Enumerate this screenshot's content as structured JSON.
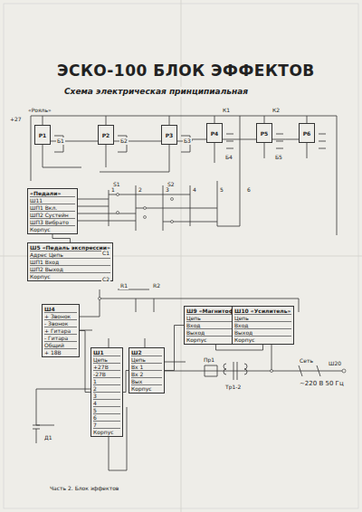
{
  "diagram": {
    "title": "ЭСКО-100 БЛОК ЭФФЕКТОВ",
    "nodes": [
      {
        "text": [
          "«Педали»",
          "Ш11",
          "ШП1 Вкл.",
          "ШП2 Сустейн",
          "ШП3 Вибрато",
          "Корпус"
        ]
      },
      {
        "text": [
          "Ш5 «Педаль экспрессии»",
          "Адрес Цепь",
          "ШП1 Вход",
          "ШП2 Выход",
          "Корпус"
        ]
      },
      {
        "text": [
          "Ш4",
          "+ Звонок",
          "- Звонок",
          "+ Гитара",
          "- Гитара",
          "Общий",
          "+ 18В"
        ]
      },
      {
        "text": [
          "Ш1",
          "Цепь",
          "+27В",
          "-27В",
          "1",
          "2",
          "3",
          "4",
          "5",
          "6",
          "7",
          "Корпус"
        ]
      },
      {
        "text": [
          "Ш2",
          "Цепь",
          "Вх 1",
          "Вх 2",
          "Вых",
          "Корпус"
        ]
      },
      {
        "text": [
          "Ш9 «Магнитофон»",
          "Цепь",
          "Вход",
          "Выход",
          "Корпус"
        ]
      },
      {
        "text": [
          "Ш10 «Усилитель»",
          "Цепь",
          "Вход",
          "Выход",
          "Корпус"
        ]
      },
      {
        "text": [
          "Р1"
        ]
      },
      {
        "text": [
          "Р2"
        ]
      },
      {
        "text": [
          "Р3"
        ]
      },
      {
        "text": [
          "Р4"
        ]
      },
      {
        "text": [
          "Р5"
        ]
      },
      {
        "text": [
          "Р6"
        ]
      }
    ],
    "edges": [
      {
        "from": 7,
        "to": 8,
        "arrow": "none"
      },
      {
        "from": 8,
        "to": 9,
        "arrow": "none"
      },
      {
        "from": 9,
        "to": 10,
        "arrow": "none"
      },
      {
        "from": 10,
        "to": 11,
        "arrow": "none"
      },
      {
        "from": 11,
        "to": 12,
        "arrow": "none"
      },
      {
        "from": 0,
        "to": 1,
        "arrow": "none"
      },
      {
        "from": 2,
        "to": 3,
        "arrow": "none"
      },
      {
        "from": 3,
        "to": 4,
        "arrow": "none"
      },
      {
        "from": 4,
        "to": 5,
        "arrow": "none"
      },
      {
        "from": 5,
        "to": 6,
        "arrow": "none"
      }
    ],
    "labels": [
      "Схема электрическая принципиальная",
      "«Рояль»",
      "Б1",
      "Б2",
      "Б3",
      "Б4",
      "Б5",
      "S1",
      "S2",
      "C1",
      "C2",
      "R1",
      "R2",
      "Пр1",
      "Тр1-2",
      "Сеть",
      "~220 В 50 Гц",
      "Ш20",
      "Часть 2. Блок эффектов",
      "1",
      "2",
      "3",
      "4",
      "5",
      "6",
      "+27",
      "Д1",
      "К1",
      "К2"
    ]
  }
}
